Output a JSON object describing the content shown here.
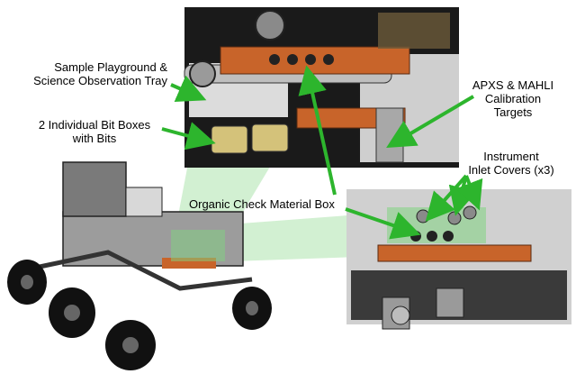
{
  "labels": {
    "sample_playground": [
      "Sample Playground &",
      "Science Observation Tray"
    ],
    "bit_boxes": [
      "2 Individual Bit Boxes",
      "with Bits"
    ],
    "calibration": [
      "APXS & MAHLI",
      "Calibration",
      "Targets"
    ],
    "inlet_covers": [
      "Instrument",
      "Inlet Covers (x3)"
    ],
    "organic_check": "Organic Check Material Box"
  },
  "colors": {
    "callout_arrow": "#2db52d",
    "highlight_fill": "#7fd47f",
    "orange_deck": "#c8642a",
    "metal_dark": "#3a3a3a",
    "metal_light": "#bfbfbf"
  },
  "icons": {
    "rover": "rover-illustration",
    "detail_top": "turret-detail-render",
    "detail_right": "deck-detail-render"
  }
}
